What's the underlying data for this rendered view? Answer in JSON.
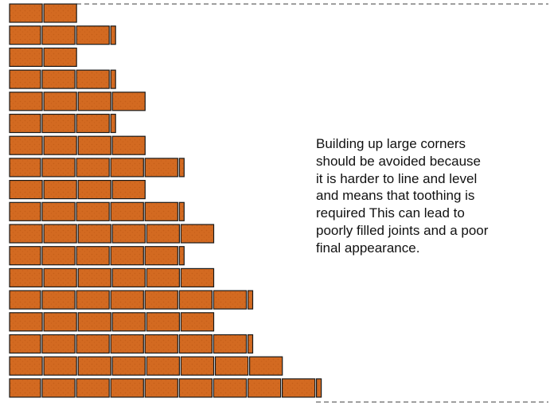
{
  "caption": "Building up large corners\nshould be avoided because\nit is harder to line and level\nand means that toothing is\nrequired This can lead to\npoorly filled joints and a poor\nfinal appearance.",
  "colors": {
    "brick": "#d36a21",
    "brick_texture": "#b85312",
    "mortar_line": "#1a1a1a",
    "guide_line": "#666666",
    "background": "#ffffff"
  },
  "wall": {
    "course_lengths": [
      2,
      3,
      2,
      3,
      4,
      3,
      4,
      5,
      4,
      5,
      6,
      5,
      6,
      7,
      6,
      7,
      8,
      9
    ],
    "bond": "stretcher with toothed (racked) end"
  }
}
